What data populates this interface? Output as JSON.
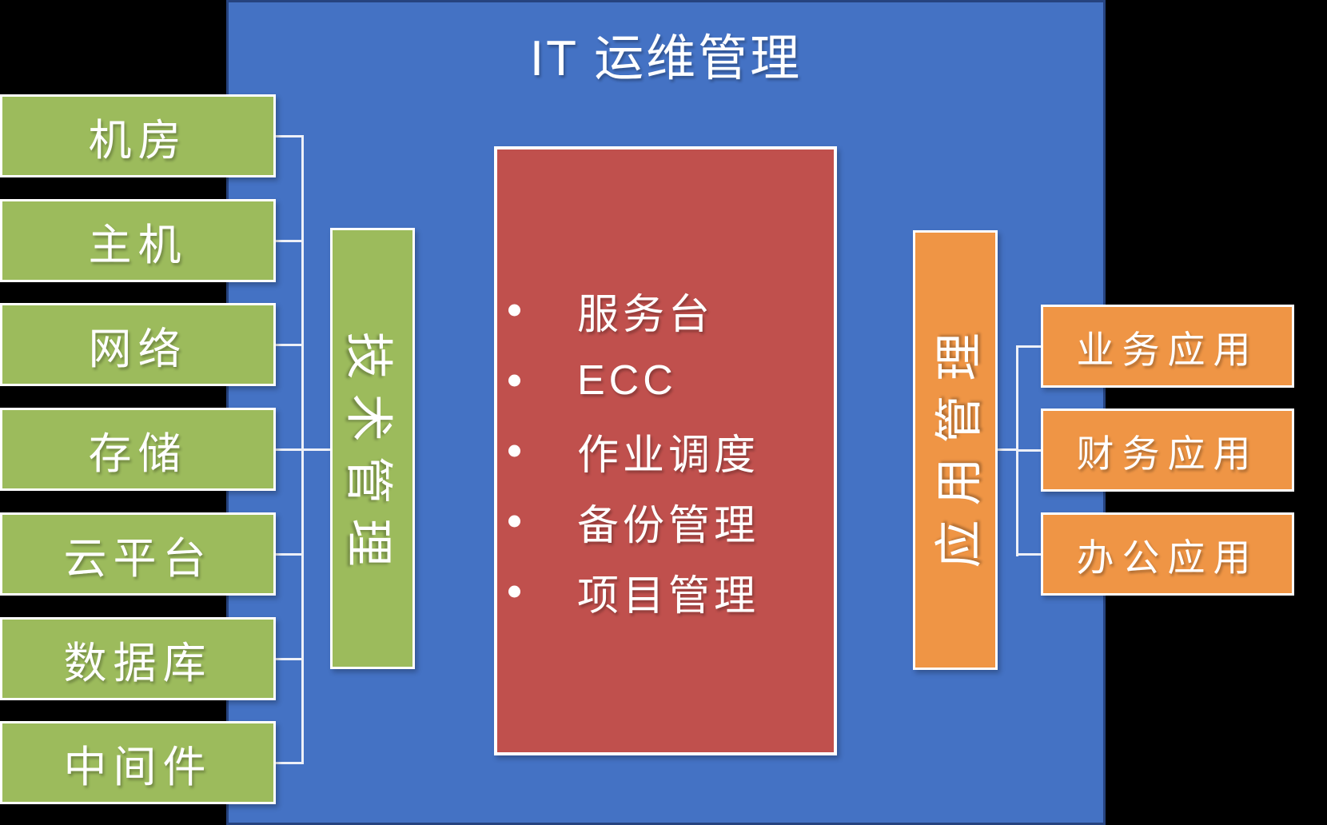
{
  "title": "IT 运维管理",
  "colors": {
    "background": "#000000",
    "panel_blue": "#4472C4",
    "panel_blue_border": "#26437F",
    "box_green": "#9CBB5C",
    "box_red": "#C0504D",
    "box_orange": "#EF9545",
    "connector": "#EDF0F8",
    "text": "#FFFFFF"
  },
  "left_group": {
    "label": "技术管理",
    "items": [
      "机房",
      "主机",
      "网络",
      "存储",
      "云平台",
      "数据库",
      "中间件"
    ]
  },
  "center_panel": {
    "bullets": [
      "服务台",
      "ECC",
      "作业调度",
      "备份管理",
      "项目管理"
    ]
  },
  "right_group": {
    "label": "应用管理",
    "items": [
      "业务应用",
      "财务应用",
      "办公应用"
    ]
  }
}
